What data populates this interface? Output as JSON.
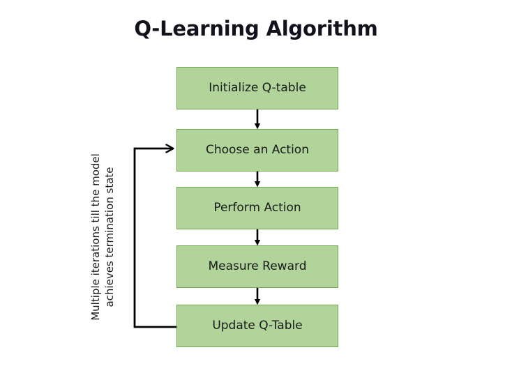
{
  "title": "Q-Learning Algorithm",
  "diagram": {
    "type": "flowchart",
    "orientation": "vertical",
    "node_fill": "#b0d49a",
    "node_border": "#6fa84f",
    "arrow_color": "#000000",
    "background": "#ffffff",
    "nodes": [
      {
        "id": "initialize-q-table",
        "label": "Initialize Q-table"
      },
      {
        "id": "choose-an-action",
        "label": "Choose an Action"
      },
      {
        "id": "perform-action",
        "label": "Perform Action"
      },
      {
        "id": "measure-reward",
        "label": "Measure Reward"
      },
      {
        "id": "update-q-table",
        "label": "Update Q-Table"
      }
    ],
    "edges": [
      {
        "from": "initialize-q-table",
        "to": "choose-an-action",
        "label": ""
      },
      {
        "from": "choose-an-action",
        "to": "perform-action",
        "label": ""
      },
      {
        "from": "perform-action",
        "to": "measure-reward",
        "label": ""
      },
      {
        "from": "measure-reward",
        "to": "update-q-table",
        "label": ""
      },
      {
        "from": "update-q-table",
        "to": "choose-an-action",
        "label": "Multiple iterations till the model achieves termination state"
      }
    ],
    "loop_label": {
      "line1": "Multiple iterations till the model",
      "line2": "achieves termination state"
    }
  }
}
